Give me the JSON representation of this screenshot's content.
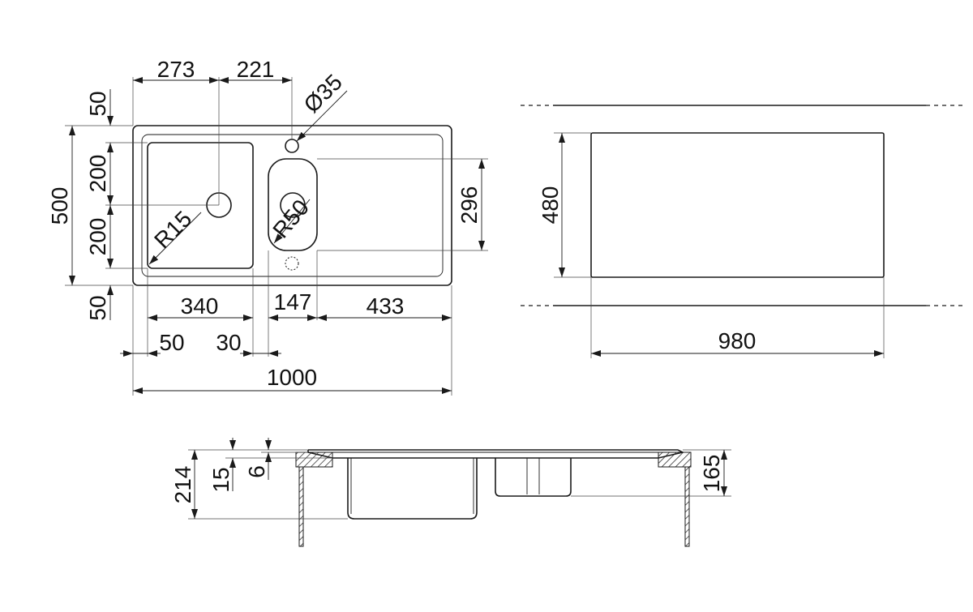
{
  "dimensions": {
    "top_left_width": "273",
    "top_bowl_offset": "221",
    "tap_hole": "Ø35",
    "top_margin": "50",
    "bowl1_height": "200",
    "bowl1_height_lower": "200",
    "bottom_margin": "50",
    "overall_depth": "500",
    "corner_radius_main": "R15",
    "corner_radius_small": "R50",
    "small_bowl_height": "296",
    "main_bowl_width": "340",
    "small_bowl_width": "147",
    "drainer_width": "433",
    "left_margin": "50",
    "gap": "30",
    "overall_width": "1000",
    "cutout_depth": "480",
    "cutout_width": "980",
    "overall_height": "214",
    "rim_thickness": "15",
    "lip_thickness": "6",
    "small_bowl_depth": "165"
  }
}
